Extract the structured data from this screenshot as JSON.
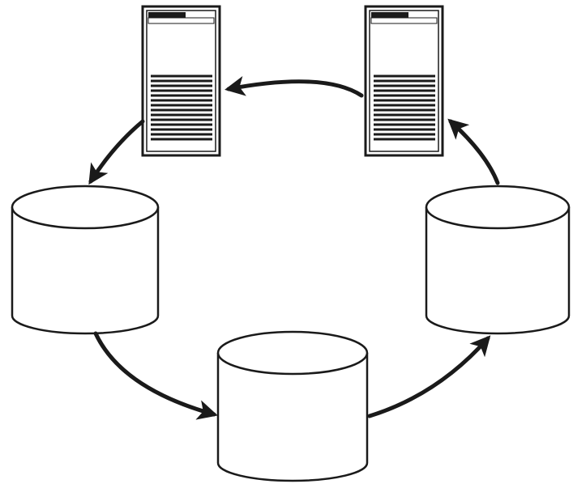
{
  "diagram": {
    "background": "#ffffff",
    "ink": "#1a1a1a",
    "servers": [
      {
        "name": "server-left"
      },
      {
        "name": "server-right"
      }
    ],
    "databases": [
      {
        "name": "database-left"
      },
      {
        "name": "database-bottom"
      },
      {
        "name": "database-right"
      }
    ],
    "flow": [
      {
        "from": "server-right",
        "to": "server-left"
      },
      {
        "from": "server-left",
        "to": "database-left"
      },
      {
        "from": "database-left",
        "to": "database-bottom"
      },
      {
        "from": "database-bottom",
        "to": "database-right"
      },
      {
        "from": "database-right",
        "to": "server-right"
      }
    ]
  }
}
